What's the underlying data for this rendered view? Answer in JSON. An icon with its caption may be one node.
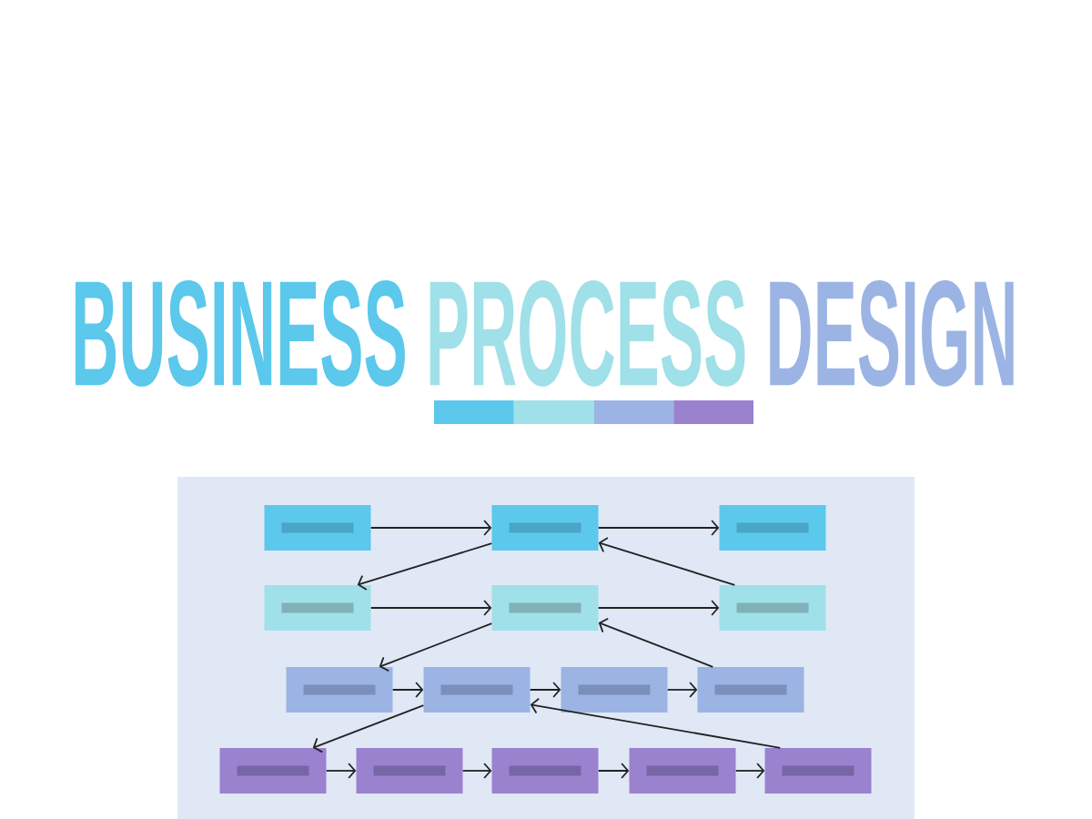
{
  "diagram": {
    "title": "BUSINESS PROCESS DESIGN",
    "nodes": [
      {
        "text": [],
        "shape": "box"
      },
      {
        "text": [],
        "shape": "box"
      },
      {
        "text": [],
        "shape": "box"
      },
      {
        "text": [],
        "shape": "box"
      },
      {
        "text": [],
        "shape": "box"
      },
      {
        "text": [],
        "shape": "box"
      },
      {
        "text": [],
        "shape": "box"
      },
      {
        "text": [],
        "shape": "box"
      },
      {
        "text": [],
        "shape": "box"
      },
      {
        "text": [],
        "shape": "box"
      },
      {
        "text": [],
        "shape": "box"
      },
      {
        "text": [],
        "shape": "box"
      },
      {
        "text": [],
        "shape": "box"
      },
      {
        "text": [],
        "shape": "box"
      },
      {
        "text": [],
        "shape": "box"
      }
    ],
    "edges": [
      {
        "from": 0,
        "to": 1,
        "arrow": "to"
      },
      {
        "from": 1,
        "to": 2,
        "arrow": "to"
      },
      {
        "from": 5,
        "to": 1,
        "arrow": "to"
      },
      {
        "from": 1,
        "to": 3,
        "arrow": "to"
      },
      {
        "from": 3,
        "to": 4,
        "arrow": "to"
      },
      {
        "from": 4,
        "to": 5,
        "arrow": "to"
      },
      {
        "from": 9,
        "to": 4,
        "arrow": "to"
      },
      {
        "from": 4,
        "to": 6,
        "arrow": "to"
      },
      {
        "from": 6,
        "to": 7,
        "arrow": "to"
      },
      {
        "from": 7,
        "to": 8,
        "arrow": "to"
      },
      {
        "from": 8,
        "to": 9,
        "arrow": "to"
      },
      {
        "from": 14,
        "to": 7,
        "arrow": "to"
      },
      {
        "from": 7,
        "to": 10,
        "arrow": "to"
      },
      {
        "from": 10,
        "to": 11,
        "arrow": "to"
      },
      {
        "from": 11,
        "to": 12,
        "arrow": "to"
      },
      {
        "from": 12,
        "to": 13,
        "arrow": "to"
      },
      {
        "from": 13,
        "to": 14,
        "arrow": "to"
      }
    ]
  }
}
